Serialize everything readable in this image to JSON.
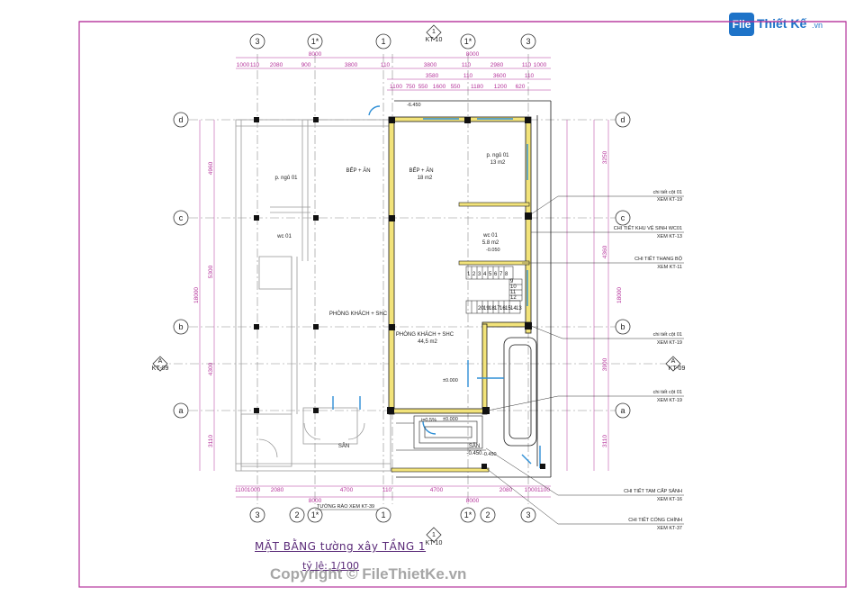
{
  "brand": {
    "logo_text": "Thiết Kế",
    "logo_box": "File",
    "logo_domain": ".vn"
  },
  "drawing": {
    "title": "MẶT BẰNG tường xây TẦNG 1",
    "scale": "tỷ lệ: 1/100",
    "copyright": "Copyright © FileThietKe.vn",
    "grid_cols_top": [
      "3",
      "1*",
      "1",
      "1*",
      "3"
    ],
    "grid_cols_bottom": [
      "3",
      "2",
      "1*",
      "1",
      "1*",
      "2",
      "3"
    ],
    "grid_rows": [
      "d",
      "c",
      "b",
      "a"
    ],
    "section_marker": {
      "label": "1",
      "ref": "KT-10"
    },
    "section_side": {
      "label": "A",
      "ref": "KT-09"
    },
    "dims_top_total": [
      "8000",
      "8000"
    ],
    "dims_top_1": [
      "1000",
      "110",
      "2080",
      "900",
      "3800",
      "110",
      "3800",
      "110",
      "2980",
      "110",
      "1000"
    ],
    "dims_top_2": [
      "3580",
      "110",
      "3600",
      "110"
    ],
    "dims_top_3": [
      "1100",
      "750",
      "550",
      "1600",
      "550",
      "1180",
      "1200",
      "620"
    ],
    "dims_bottom": [
      "1100",
      "1000",
      "2080",
      "4700",
      "110",
      "4700",
      "2080",
      "1000",
      "1100"
    ],
    "dims_bottom_total": [
      "8000",
      "8000"
    ],
    "dims_left": [
      "4960",
      "5300",
      "4300",
      "3110"
    ],
    "dims_left_total": "18000",
    "dims_right": [
      "3250",
      "4360",
      "3900",
      "3110"
    ],
    "dims_right_total": "18000",
    "rooms": [
      {
        "name": "p. ngủ 01"
      },
      {
        "name": "BẾP + ĂN"
      },
      {
        "name": "BẾP + ĂN",
        "area": "18 m2"
      },
      {
        "name": "p. ngủ 01",
        "area": "13 m2"
      },
      {
        "name": "wc 01"
      },
      {
        "name": "wc 01",
        "area": "5.8 m2"
      },
      {
        "name": "PHÒNG KHÁCH + SHC"
      },
      {
        "name": "PHÒNG KHÁCH + SHC",
        "area": "44,5 m2"
      },
      {
        "name": "SÂN"
      },
      {
        "name": "SÂN",
        "area": "-0.450"
      }
    ],
    "levels": [
      "-6.450",
      "-0.050",
      "±0.000",
      "±0.000",
      "i=0.5%",
      "-0.450"
    ],
    "stair_steps": [
      "1",
      "2",
      "3",
      "4",
      "5",
      "6",
      "7",
      "8",
      "9",
      "10",
      "11",
      "12",
      "13",
      "14",
      "15",
      "16",
      "17",
      "18",
      "19",
      "20"
    ],
    "callouts": [
      {
        "text": "chi tiết cột 01",
        "ref": "XEM KT-19"
      },
      {
        "text": "CHI TIẾT KHU VỆ SINH WC01",
        "ref": "XEM KT-13"
      },
      {
        "text": "CHI TIẾT THANG BỘ",
        "ref": "XEM KT-11"
      },
      {
        "text": "chi tiết cột 01",
        "ref": "XEM KT-19"
      },
      {
        "text": "chi tiết cột 01",
        "ref": "XEM KT-19"
      },
      {
        "text": "CHI TIẾT TAM CẤP SẢNH",
        "ref": "XEM KT-16"
      },
      {
        "text": "CHI TIẾT CỔNG CHÍNH",
        "ref": "XEM KT-37"
      }
    ],
    "fence_note": "TƯỜNG RÀO XEM KT-39"
  },
  "colors": {
    "border": "#b5339b",
    "dim": "#b5339b",
    "wall_new": "#f2e37a",
    "wall_line": "#1a1a1a",
    "window": "#2f8fd6",
    "grid": "#7a7a7a"
  }
}
